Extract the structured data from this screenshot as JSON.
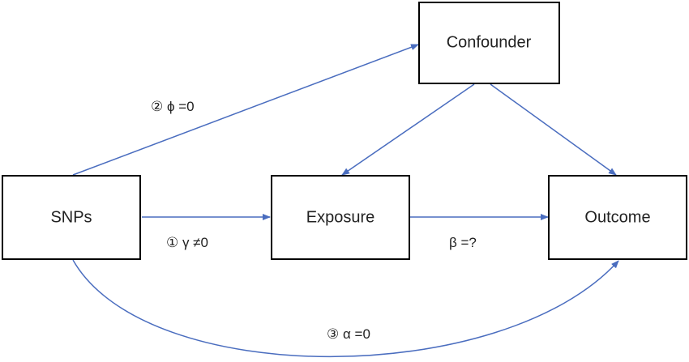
{
  "nodes": {
    "confounder": "Confounder",
    "snps": "SNPs",
    "exposure": "Exposure",
    "outcome": "Outcome"
  },
  "edges": {
    "snps_to_confounder": "② ϕ =0",
    "snps_to_exposure": "① γ ≠0",
    "exposure_to_outcome": "β =?",
    "snps_to_outcome": "③ α =0"
  },
  "colors": {
    "arrow": "#4a6dbf",
    "box_border": "#000000",
    "text": "#222222"
  }
}
